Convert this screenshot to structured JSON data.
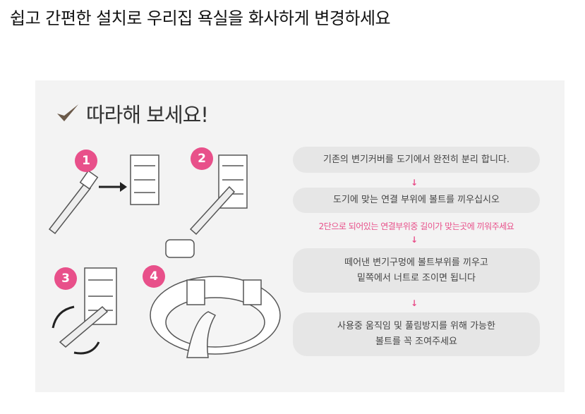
{
  "title": "쉽고 간편한 설치로 우리집 욕실을 화사하게 변경하세요",
  "heading": "따라해 보세요!",
  "step_numbers": [
    "1",
    "2",
    "3",
    "4"
  ],
  "steps": [
    {
      "lines": [
        "기존의 변기커버를 도기에서 완전히 분리 합니다."
      ]
    },
    {
      "lines": [
        "도기에 맞는 연결 부위에 볼트를 끼우십시오"
      ]
    },
    {
      "lines": [
        "떼어낸 변기구멍에 볼트부위를 끼우고",
        "밑쪽에서  너트로 조이면 됩니다"
      ]
    },
    {
      "lines": [
        "사용중 움직임 및 풀림방지를 위해 가능한",
        "볼트를  꼭 조여주세요"
      ]
    }
  ],
  "note": "2단으로 되어있는 연결부위중 길이가 맞는곳에 끼워주세요",
  "arrow_glyph": "↓",
  "colors": {
    "accent": "#e8508a",
    "box": "#e6e6e6"
  }
}
